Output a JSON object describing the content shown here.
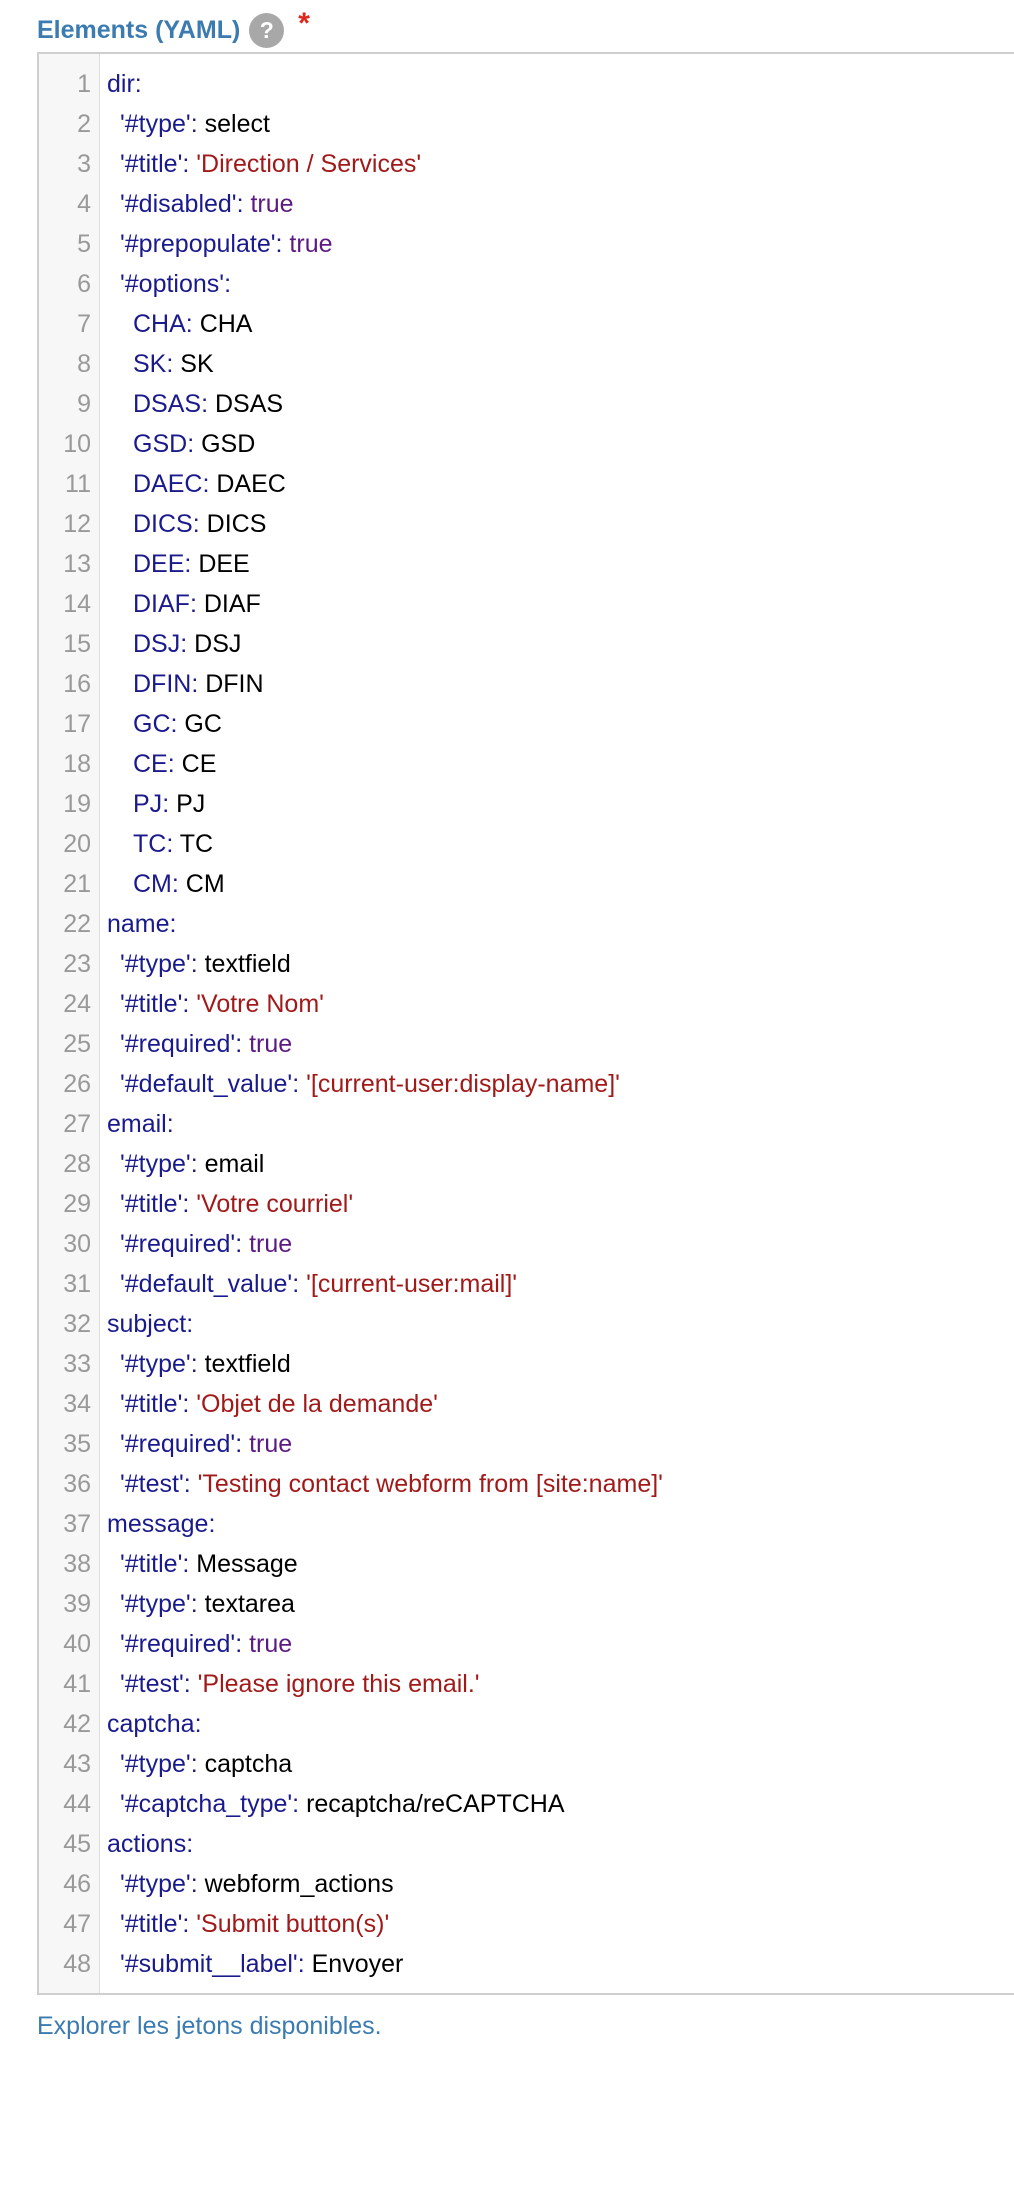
{
  "field": {
    "label": "Elements (YAML)",
    "help_glyph": "?",
    "required_marker": "*"
  },
  "code": {
    "lines": [
      {
        "n": "1",
        "indent": 0,
        "key": "dir",
        "sep": ":",
        "value": "",
        "vtype": "none"
      },
      {
        "n": "2",
        "indent": 1,
        "key": "'#type'",
        "sep": ": ",
        "value": "select",
        "vtype": "plain"
      },
      {
        "n": "3",
        "indent": 1,
        "key": "'#title'",
        "sep": ": ",
        "value": "'Direction / Services'",
        "vtype": "string"
      },
      {
        "n": "4",
        "indent": 1,
        "key": "'#disabled'",
        "sep": ": ",
        "value": "true",
        "vtype": "bool"
      },
      {
        "n": "5",
        "indent": 1,
        "key": "'#prepopulate'",
        "sep": ": ",
        "value": "true",
        "vtype": "bool"
      },
      {
        "n": "6",
        "indent": 1,
        "key": "'#options'",
        "sep": ":",
        "value": "",
        "vtype": "none"
      },
      {
        "n": "7",
        "indent": 2,
        "key": "CHA",
        "sep": ": ",
        "value": "CHA",
        "vtype": "plain"
      },
      {
        "n": "8",
        "indent": 2,
        "key": "SK",
        "sep": ": ",
        "value": "SK",
        "vtype": "plain"
      },
      {
        "n": "9",
        "indent": 2,
        "key": "DSAS",
        "sep": ": ",
        "value": "DSAS",
        "vtype": "plain"
      },
      {
        "n": "10",
        "indent": 2,
        "key": "GSD",
        "sep": ": ",
        "value": "GSD",
        "vtype": "plain"
      },
      {
        "n": "11",
        "indent": 2,
        "key": "DAEC",
        "sep": ": ",
        "value": "DAEC",
        "vtype": "plain"
      },
      {
        "n": "12",
        "indent": 2,
        "key": "DICS",
        "sep": ": ",
        "value": "DICS",
        "vtype": "plain"
      },
      {
        "n": "13",
        "indent": 2,
        "key": "DEE",
        "sep": ": ",
        "value": "DEE",
        "vtype": "plain"
      },
      {
        "n": "14",
        "indent": 2,
        "key": "DIAF",
        "sep": ": ",
        "value": "DIAF",
        "vtype": "plain"
      },
      {
        "n": "15",
        "indent": 2,
        "key": "DSJ",
        "sep": ": ",
        "value": "DSJ",
        "vtype": "plain"
      },
      {
        "n": "16",
        "indent": 2,
        "key": "DFIN",
        "sep": ": ",
        "value": "DFIN",
        "vtype": "plain"
      },
      {
        "n": "17",
        "indent": 2,
        "key": "GC",
        "sep": ": ",
        "value": "GC",
        "vtype": "plain"
      },
      {
        "n": "18",
        "indent": 2,
        "key": "CE",
        "sep": ": ",
        "value": "CE",
        "vtype": "plain"
      },
      {
        "n": "19",
        "indent": 2,
        "key": "PJ",
        "sep": ": ",
        "value": "PJ",
        "vtype": "plain"
      },
      {
        "n": "20",
        "indent": 2,
        "key": "TC",
        "sep": ": ",
        "value": "TC",
        "vtype": "plain"
      },
      {
        "n": "21",
        "indent": 2,
        "key": "CM",
        "sep": ": ",
        "value": "CM",
        "vtype": "plain"
      },
      {
        "n": "22",
        "indent": 0,
        "key": "name",
        "sep": ":",
        "value": "",
        "vtype": "none"
      },
      {
        "n": "23",
        "indent": 1,
        "key": "'#type'",
        "sep": ": ",
        "value": "textfield",
        "vtype": "plain"
      },
      {
        "n": "24",
        "indent": 1,
        "key": "'#title'",
        "sep": ": ",
        "value": "'Votre Nom'",
        "vtype": "string"
      },
      {
        "n": "25",
        "indent": 1,
        "key": "'#required'",
        "sep": ": ",
        "value": "true",
        "vtype": "bool"
      },
      {
        "n": "26",
        "indent": 1,
        "key": "'#default_value'",
        "sep": ": ",
        "value": "'[current-user:display-name]'",
        "vtype": "string"
      },
      {
        "n": "27",
        "indent": 0,
        "key": "email",
        "sep": ":",
        "value": "",
        "vtype": "none"
      },
      {
        "n": "28",
        "indent": 1,
        "key": "'#type'",
        "sep": ": ",
        "value": "email",
        "vtype": "plain"
      },
      {
        "n": "29",
        "indent": 1,
        "key": "'#title'",
        "sep": ": ",
        "value": "'Votre courriel'",
        "vtype": "string"
      },
      {
        "n": "30",
        "indent": 1,
        "key": "'#required'",
        "sep": ": ",
        "value": "true",
        "vtype": "bool"
      },
      {
        "n": "31",
        "indent": 1,
        "key": "'#default_value'",
        "sep": ": ",
        "value": "'[current-user:mail]'",
        "vtype": "string"
      },
      {
        "n": "32",
        "indent": 0,
        "key": "subject",
        "sep": ":",
        "value": "",
        "vtype": "none"
      },
      {
        "n": "33",
        "indent": 1,
        "key": "'#type'",
        "sep": ": ",
        "value": "textfield",
        "vtype": "plain"
      },
      {
        "n": "34",
        "indent": 1,
        "key": "'#title'",
        "sep": ": ",
        "value": "'Objet de la demande'",
        "vtype": "string"
      },
      {
        "n": "35",
        "indent": 1,
        "key": "'#required'",
        "sep": ": ",
        "value": "true",
        "vtype": "bool"
      },
      {
        "n": "36",
        "indent": 1,
        "key": "'#test'",
        "sep": ": ",
        "value": "'Testing contact webform from [site:name]'",
        "vtype": "string"
      },
      {
        "n": "37",
        "indent": 0,
        "key": "message",
        "sep": ":",
        "value": "",
        "vtype": "none"
      },
      {
        "n": "38",
        "indent": 1,
        "key": "'#title'",
        "sep": ": ",
        "value": "Message",
        "vtype": "plain"
      },
      {
        "n": "39",
        "indent": 1,
        "key": "'#type'",
        "sep": ": ",
        "value": "textarea",
        "vtype": "plain"
      },
      {
        "n": "40",
        "indent": 1,
        "key": "'#required'",
        "sep": ": ",
        "value": "true",
        "vtype": "bool"
      },
      {
        "n": "41",
        "indent": 1,
        "key": "'#test'",
        "sep": ": ",
        "value": "'Please ignore this email.'",
        "vtype": "string"
      },
      {
        "n": "42",
        "indent": 0,
        "key": "captcha",
        "sep": ":",
        "value": "",
        "vtype": "none"
      },
      {
        "n": "43",
        "indent": 1,
        "key": "'#type'",
        "sep": ": ",
        "value": "captcha",
        "vtype": "plain"
      },
      {
        "n": "44",
        "indent": 1,
        "key": "'#captcha_type'",
        "sep": ": ",
        "value": "recaptcha/reCAPTCHA",
        "vtype": "plain"
      },
      {
        "n": "45",
        "indent": 0,
        "key": "actions",
        "sep": ":",
        "value": "",
        "vtype": "none"
      },
      {
        "n": "46",
        "indent": 1,
        "key": "'#type'",
        "sep": ": ",
        "value": "webform_actions",
        "vtype": "plain"
      },
      {
        "n": "47",
        "indent": 1,
        "key": "'#title'",
        "sep": ": ",
        "value": "'Submit button(s)'",
        "vtype": "string"
      },
      {
        "n": "48",
        "indent": 1,
        "key": "'#submit__label'",
        "sep": ": ",
        "value": "Envoyer",
        "vtype": "plain"
      }
    ]
  },
  "footer": {
    "link_label": "Explorer les jetons disponibles."
  },
  "colors": {
    "label": "#3b7bb0",
    "required": "#e0261b",
    "key": "#1a1a8c",
    "string": "#a11a1a",
    "bool": "#5c1a82"
  }
}
